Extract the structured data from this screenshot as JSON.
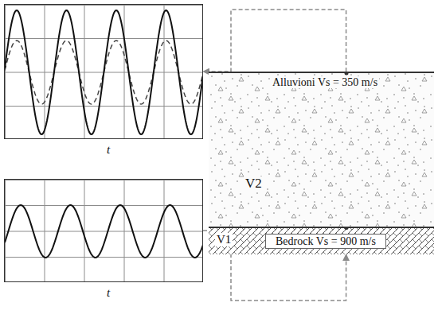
{
  "diagram": {
    "nodes": [
      {
        "text": [
          "t"
        ]
      },
      {
        "text": [
          "t"
        ]
      },
      {
        "text": [
          "Alluvioni Vs = 350 m/s",
          "V2"
        ]
      },
      {
        "text": [
          "V1",
          "Bedrock Vs = 900 m/s"
        ]
      }
    ],
    "edges": [
      {
        "from": 2,
        "to": 0,
        "arrow": "to"
      },
      {
        "from": 1,
        "to": 3,
        "arrow": "to"
      }
    ]
  }
}
